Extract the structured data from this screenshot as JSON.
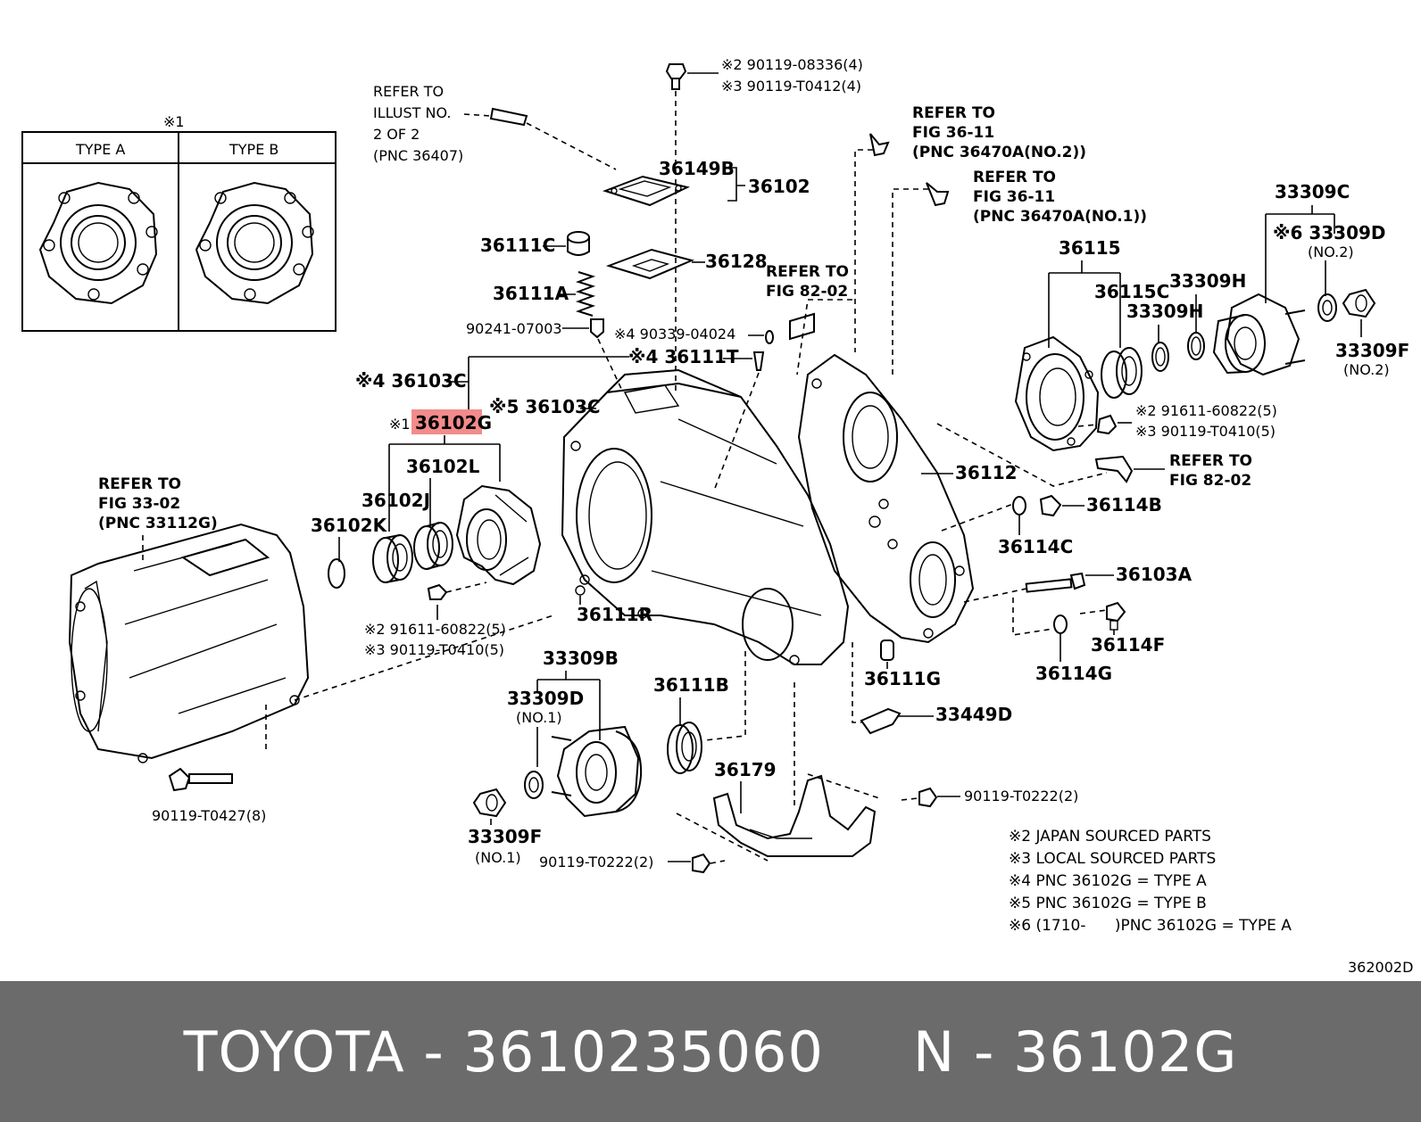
{
  "inset": {
    "mark": "※1",
    "type_a": "TYPE A",
    "type_b": "TYPE B"
  },
  "refs": {
    "illust": [
      "REFER TO",
      "ILLUST NO.",
      "2 OF 2",
      "(PNC 36407)"
    ],
    "fig36_no2": [
      "REFER TO",
      "FIG 36-11",
      "(PNC 36470A(NO.2))"
    ],
    "fig36_no1": [
      "REFER TO",
      "FIG 36-11",
      "(PNC 36470A(NO.1))"
    ],
    "fig82_top": [
      "REFER TO",
      "FIG 82-02"
    ],
    "fig82_right": [
      "REFER TO",
      "FIG 82-02"
    ],
    "fig33": [
      "REFER TO",
      "FIG 33-02",
      "(PNC 33112G)"
    ]
  },
  "parts": {
    "top_bolt_1": "※2 90119-08336(4)",
    "top_bolt_2": "※3 90119-T0412(4)",
    "p36149B": "36149B",
    "p36102": "36102",
    "p36111C": "36111C",
    "p36128": "36128",
    "p36111A": "36111A",
    "p90241": "90241-07003",
    "p90339": "※4 90339-04024",
    "p36111T": "※4 36111T",
    "p36103C_4": "※4 36103C",
    "p36103C_5": "※5 36103C",
    "p36102G_mark": "※1",
    "p36102G": "36102G",
    "p36102L": "36102L",
    "p36102J": "36102J",
    "p36102K": "36102K",
    "left_bolt_1": "※2 91611-60822(5)",
    "left_bolt_2": "※3 90119-T0410(5)",
    "p36111R": "36111R",
    "p33309B": "33309B",
    "p33309D": "33309D",
    "no1_a": "(NO.1)",
    "p36111B": "36111B",
    "p36179": "36179",
    "p33309F_left": "33309F",
    "no1_b": "(NO.1)",
    "bottom_bolt": "90119-T0222(2)",
    "right_bottom_bolt": "90119-T0222(2)",
    "left_case_bolt": "90119-T0427(8)",
    "p36112": "36112",
    "p36114B": "36114B",
    "p36114C": "36114C",
    "p36103A": "36103A",
    "p36114F": "36114F",
    "p36114G": "36114G",
    "p36111G": "36111G",
    "p33449D": "33449D",
    "p36115": "36115",
    "p36115C": "36115C",
    "p33309C": "33309C",
    "p33309D_r": "※6 33309D",
    "no2_a": "(NO.2)",
    "p33309H_1": "33309H",
    "p33309H_2": "33309H",
    "p33309F_r": "33309F",
    "no2_b": "(NO.2)",
    "right_bolt_1": "※2 91611-60822(5)",
    "right_bolt_2": "※3 90119-T0410(5)"
  },
  "notes": [
    "※2 JAPAN SOURCED PARTS",
    "※3 LOCAL SOURCED PARTS",
    "※4 PNC 36102G = TYPE A",
    "※5 PNC 36102G = TYPE B",
    "※6 (1710-      )PNC 36102G = TYPE A"
  ],
  "diagram_id": "362002D",
  "highlight_color": "#f28b8b",
  "footer": {
    "left": "TOYOTA - 3610235060",
    "right": "N - 36102G"
  }
}
